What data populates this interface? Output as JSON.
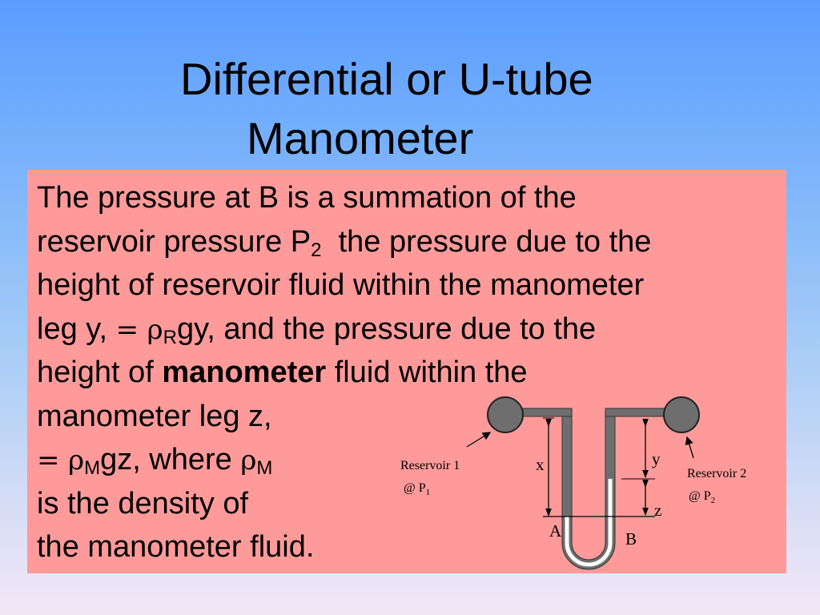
{
  "slide": {
    "title_line1": "Differential or U-tube",
    "title_line2": "Manometer"
  },
  "body": {
    "line1": "The pressure at B is a summation of the",
    "line2_pre": "reservoir pressure P",
    "line2_sub": "2",
    "line2_post": "  the pressure due to the",
    "line3": "height of reservoir fluid within the manometer",
    "line4_pre": "leg y, ",
    "line4_eq": "=",
    "line4_rho": "ρ",
    "line4_sub": "R",
    "line4_post": "gy, and the pressure due to the",
    "line5_pre": "height of ",
    "line5_bold": "manometer",
    "line5_post": " fluid within the",
    "line6": "manometer leg z,",
    "line7_eq": "=",
    "line7_rho": "ρ",
    "line7_sub": "M",
    "line7_mid": "gz, where ",
    "line7_rho2": "ρ",
    "line7_sub2": "M",
    "line8": "is the density of",
    "line9": "the manometer fluid."
  },
  "diagram": {
    "reservoir1_label": "Reservoir 1",
    "reservoir1_at": "@ P",
    "reservoir1_sub": "1",
    "reservoir2_label": "Reservoir 2",
    "reservoir2_at": "@ P",
    "reservoir2_sub": "2",
    "label_x": "x",
    "label_y": "y",
    "label_z": "z",
    "label_A": "A",
    "label_B": "B"
  },
  "colors": {
    "panel": "#ff9a9a",
    "reservoir_fill": "#6e6e6e",
    "tube_wall": "#6e6e6e",
    "manometer_fluid": "#ffffff"
  }
}
